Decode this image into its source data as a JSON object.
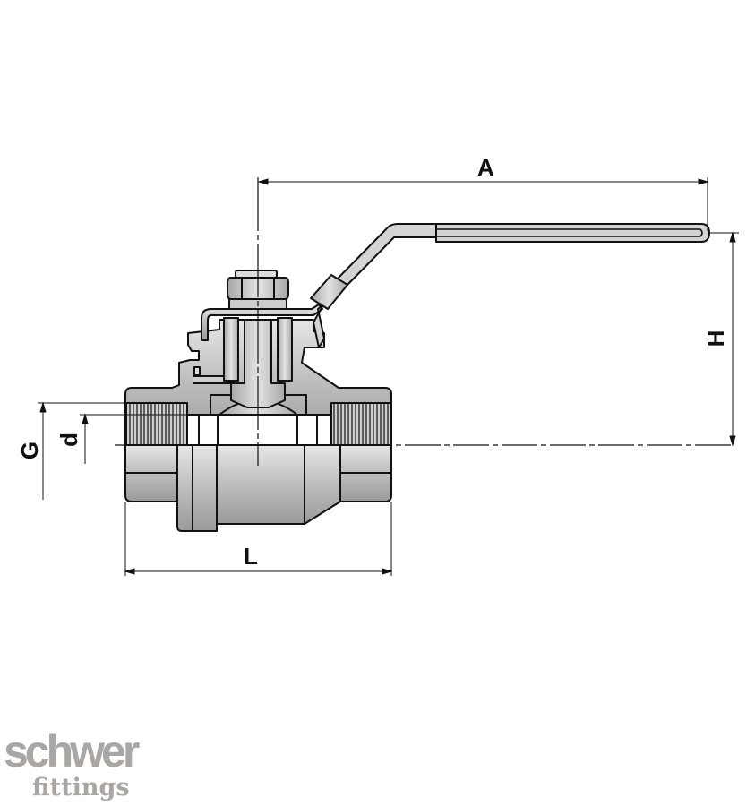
{
  "dimensions": {
    "A": "A",
    "H": "H",
    "L": "L",
    "G": "G",
    "d": "d"
  },
  "logo": {
    "line1": "schwer",
    "line2": "fittings",
    "color": "#a9a6a4"
  },
  "colors": {
    "outline": "#111111",
    "body_fill": "#c8c8c8"
  }
}
